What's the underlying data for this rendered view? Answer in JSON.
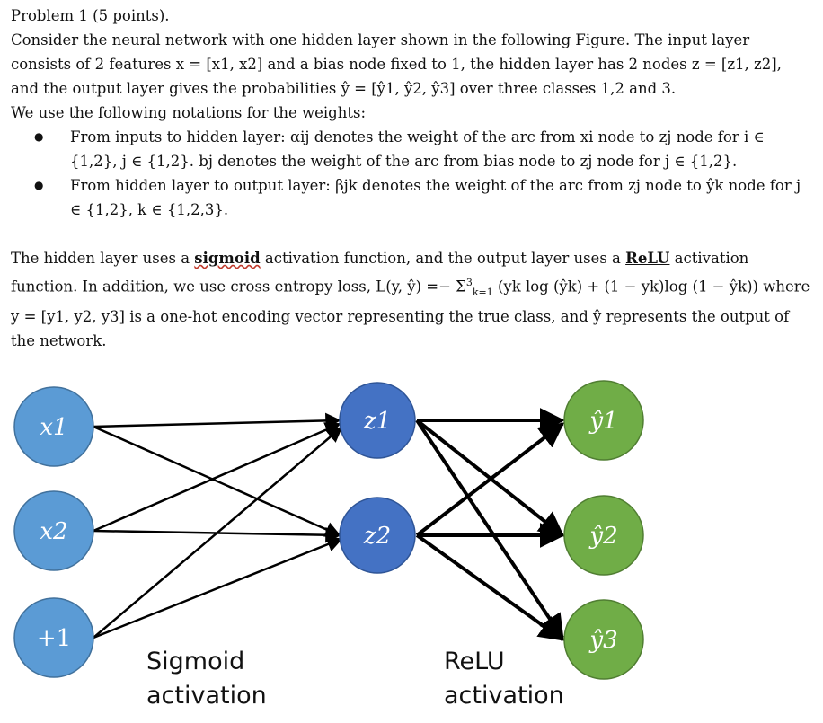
{
  "doc": {
    "title": "Problem 1 (5 points).",
    "intro_1": "Consider the neural network with one hidden layer shown in the following Figure. The input layer consists of 2 features x = [x1, x2] and a bias node fixed to 1, the hidden layer has 2 nodes z = [z1, z2], and the output layer gives the probabilities ŷ = [ŷ1, ŷ2, ŷ3] over three classes 1,2 and 3.",
    "intro_2": "We use the following notations for the weights:",
    "bullets": [
      "From inputs to hidden layer: αij denotes the weight of the arc from xi node to zj node for i ∈ {1,2}, j ∈ {1,2}. bj denotes the weight of the arc from bias node to zj node for j ∈ {1,2}.",
      "From hidden layer to output layer: βjk denotes the weight of the arc from zj node to ŷk node for j ∈ {1,2}, k ∈ {1,2,3}."
    ],
    "para2_a": "The hidden layer uses a ",
    "para2_sigmoid": "sigmoid",
    "para2_b": " activation function, and the output layer uses a ",
    "para2_relu": "ReLU",
    "para2_c": " activation function. In addition, we use cross entropy loss, L(y, ŷ) =− Σ",
    "para2_sum_sup": "3",
    "para2_sum_sub": "k=1",
    "para2_d": " (yk log (ŷk) + (1 − yk)log (1 − ŷk)) where y = [y1, y2, y3] is a one-hot encoding vector representing the true class, and ŷ represents the output of the network."
  },
  "figure": {
    "input_nodes": [
      "x1",
      "x2",
      "+1"
    ],
    "hidden_nodes": [
      "z1",
      "z2"
    ],
    "output_nodes": [
      "ŷ1",
      "ŷ2",
      "ŷ3"
    ],
    "input_color": "#5b9bd5",
    "hidden_color": "#4472c4",
    "output_color": "#70ad47",
    "label_sigmoid": [
      "Sigmoid",
      "activation"
    ],
    "label_relu": [
      "ReLU",
      "activation"
    ]
  }
}
